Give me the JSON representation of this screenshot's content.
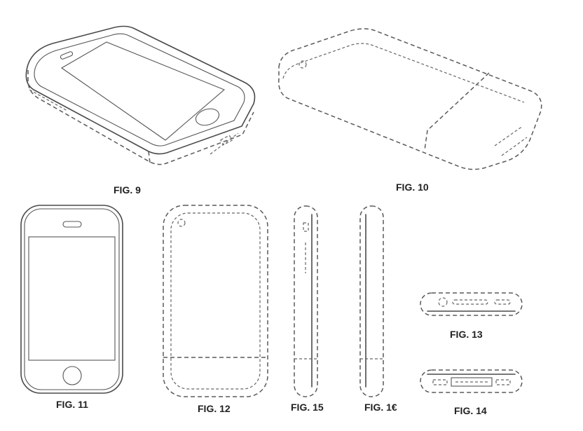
{
  "figures": {
    "fig9": "FIG. 9",
    "fig10": "FIG. 10",
    "fig11": "FIG. 11",
    "fig12": "FIG. 12",
    "fig13": "FIG. 13",
    "fig14": "FIG. 14",
    "fig15": "FIG. 15",
    "fig16": "FIG. 1€"
  }
}
